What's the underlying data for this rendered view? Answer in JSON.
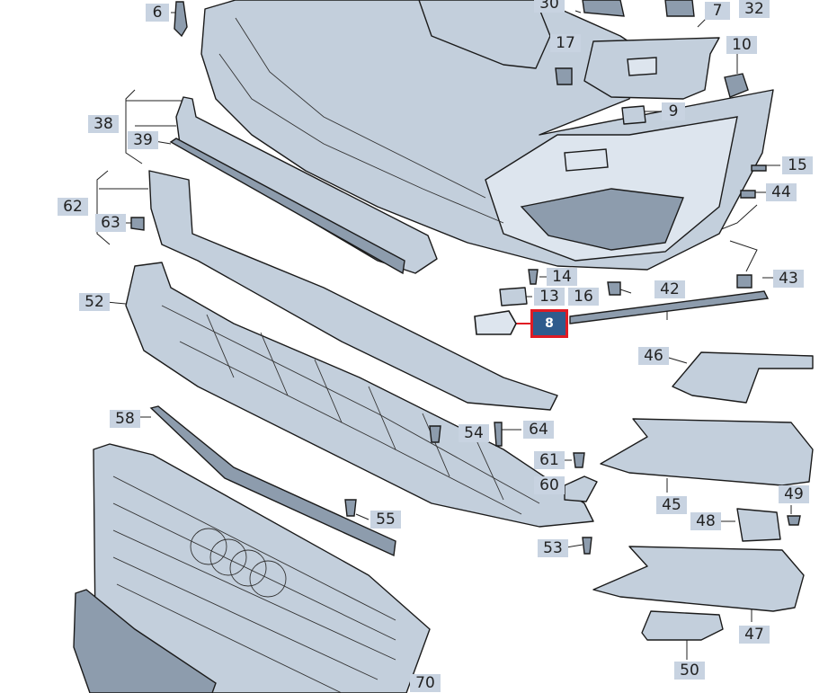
{
  "highlight_color": "#e01b24",
  "callout_color": "#c8d3e1",
  "selected_part": "8",
  "callouts": {
    "c6": "6",
    "c30": "30",
    "c7": "7",
    "c32": "32",
    "c17": "17",
    "c10": "10",
    "c9": "9",
    "c38": "38",
    "c39": "39",
    "c15": "15",
    "c44": "44",
    "c62": "62",
    "c63": "63",
    "c14": "14",
    "c13": "13",
    "c16": "16",
    "c42": "42",
    "c43": "43",
    "c8": "8",
    "c52": "52",
    "c46": "46",
    "c58": "58",
    "c54": "54",
    "c64": "64",
    "c61": "61",
    "c60": "60",
    "c45": "45",
    "c49": "49",
    "c48": "48",
    "c55": "55",
    "c53": "53",
    "c47": "47",
    "c50": "50",
    "c70": "70"
  }
}
